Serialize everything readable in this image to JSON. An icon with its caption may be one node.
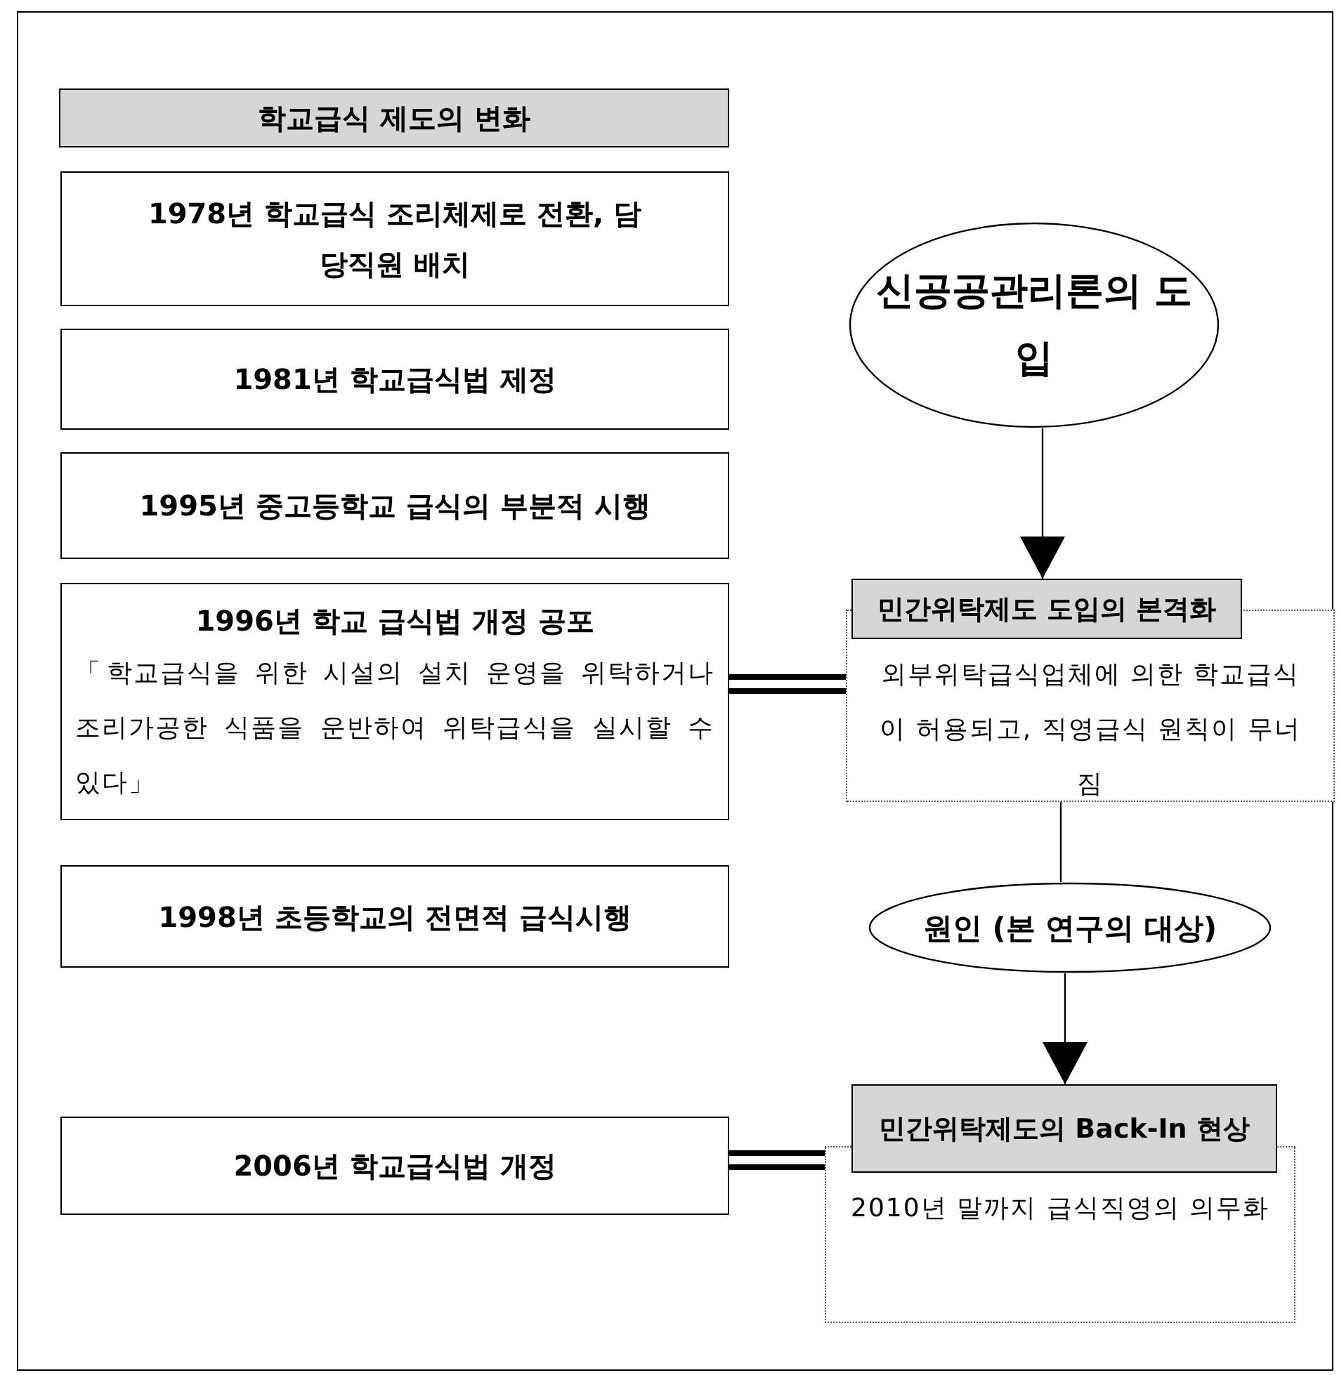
{
  "diagram": {
    "nodes": [
      {
        "text": [
          "학교급식 제도의 변화"
        ]
      },
      {
        "text": [
          "1978년 학교급식 조리체제로 전환, 담당직원 배치"
        ]
      },
      {
        "text": [
          "1981년 학교급식법 제정"
        ]
      },
      {
        "text": [
          "1995년 중고등학교 급식의 부분적 시행"
        ]
      },
      {
        "text": [
          "1996년 학교 급식법 개정 공포",
          "「학교급식을 위한 시설의 설치 운영을 위탁하거나 조리가공한 식품을 운반하여 위탁급식을 실시할 수 있다」"
        ]
      },
      {
        "text": [
          "1998년 초등학교의 전면적 급식시행"
        ]
      },
      {
        "text": [
          "2006년 학교급식법 개정"
        ]
      },
      {
        "text": [
          "신공공관리론의 도입"
        ]
      },
      {
        "text": [
          "민간위탁제도 도입의 본격화",
          "외부위탁급식업체에 의한 학교급식이 허용되고, 직영급식 원칙이 무너짐"
        ]
      },
      {
        "text": [
          "원인 (본 연구의 대상)"
        ]
      },
      {
        "text": [
          "민간위탁제도의 Back-In 현상",
          "2010년 말까지 급식직영의 의무화"
        ]
      }
    ],
    "edges": [
      {
        "from": 7,
        "to": 8,
        "arrow": "to"
      },
      {
        "from": 4,
        "to": 8,
        "arrow": "none",
        "style": "thick"
      },
      {
        "from": 8,
        "to": 9,
        "arrow": "none"
      },
      {
        "from": 9,
        "to": 10,
        "arrow": "to"
      },
      {
        "from": 6,
        "to": 10,
        "arrow": "none",
        "style": "thick"
      }
    ]
  }
}
